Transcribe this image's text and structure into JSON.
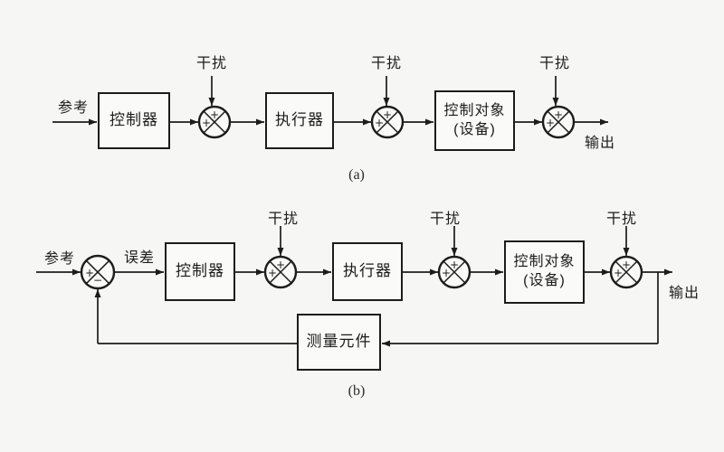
{
  "diagram_a": {
    "caption": "(a)",
    "input_label": "参考",
    "controller": "控制器",
    "actuator": "执行器",
    "plant_line1": "控制对象",
    "plant_line2": "(设备)",
    "disturbance1": "干扰",
    "disturbance2": "干扰",
    "disturbance3": "干扰",
    "output_label": "输出"
  },
  "diagram_b": {
    "caption": "(b)",
    "input_label": "参考",
    "error_label": "误差",
    "controller": "控制器",
    "actuator": "执行器",
    "plant_line1": "控制对象",
    "plant_line2": "(设备)",
    "sensor": "测量元件",
    "disturbance1": "干扰",
    "disturbance2": "干扰",
    "disturbance3": "干扰",
    "output_label": "输出"
  },
  "signs": {
    "plus": "+",
    "minus": "−"
  },
  "colors": {
    "line": "#1c1c1c",
    "background": "#f6f6f4",
    "paper": "#fafaf8"
  }
}
